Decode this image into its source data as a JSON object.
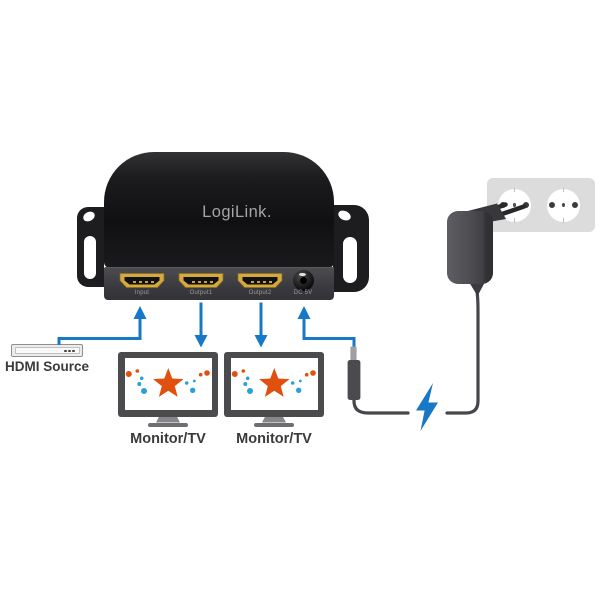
{
  "device": {
    "brand": "LogiLink.",
    "ports": [
      {
        "label": "Input",
        "type": "hdmi-port"
      },
      {
        "label": "Output1",
        "type": "hdmi-port"
      },
      {
        "label": "Output2",
        "type": "hdmi-port"
      },
      {
        "label": "DC 5V",
        "type": "dc-power-jack"
      }
    ]
  },
  "hdmi_source": {
    "label": "HDMI Source"
  },
  "monitors": [
    {
      "label": "Monitor/TV"
    },
    {
      "label": "Monitor/TV"
    }
  ],
  "power": {
    "wall_sockets_visible": 2,
    "lightning_icon": "lightning-bolt"
  },
  "icons": {
    "lightning_bolt": "⚡"
  },
  "colors": {
    "accent_blue": "#1878c8",
    "star_orange": "#e0500e",
    "dot_blue": "#2b9fd9",
    "hdmi_gold": "#d4a93e",
    "device_black": "#141416",
    "panel_gray": "#3c3c40",
    "bezel_gray": "#4b4b4d",
    "plate_gray": "#dcdcdc"
  }
}
